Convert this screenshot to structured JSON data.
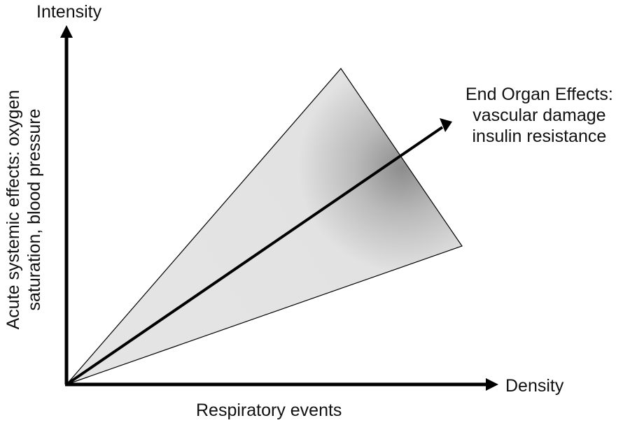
{
  "diagram": {
    "y_axis_top_label": "Intensity",
    "y_axis_side_label_lines": [
      "Acute systemic effects: oxygen",
      "saturation, blood pressure"
    ],
    "x_axis_right_label": "Density",
    "x_axis_bottom_label": "Respiratory events",
    "arrow_label_lines": [
      "End Organ Effects:",
      "vascular damage",
      "insulin resistance"
    ]
  },
  "colors": {
    "axis": "#000000",
    "cone_fill": "#e2e2e2",
    "cone_shadow": "#8a8a8a",
    "text": "#111111"
  }
}
